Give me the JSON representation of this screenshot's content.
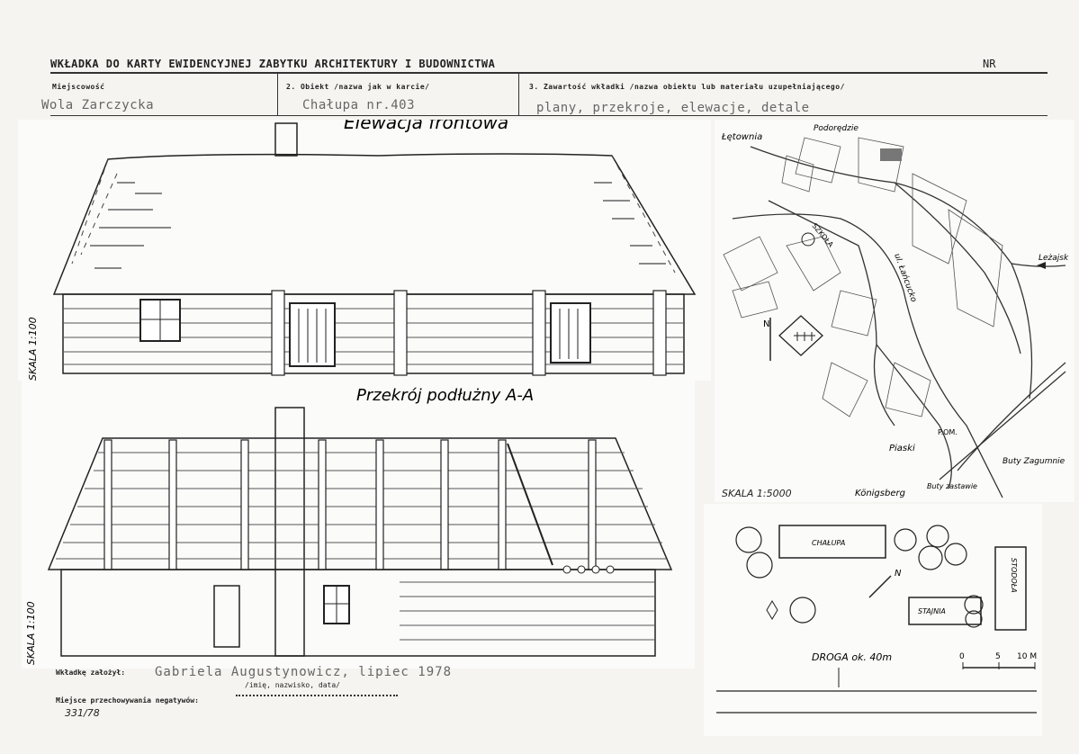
{
  "header": {
    "title": "WKŁADKA DO KARTY EWIDENCYJNEJ ZABYTKU ARCHITEKTURY I BUDOWNICTWA",
    "nr_label": "NR"
  },
  "fields": {
    "f1_label": "Miejscowość",
    "f1_value": "Wola Zarczycka",
    "f2_label": "2. Obiekt /nazwa jak w karcie/",
    "f2_value": "Chałupa nr.403",
    "f3_label": "3. Zawartość wkładki /nazwa obiektu lub materiału uzupełniającego/",
    "f3_value": "plany, przekroje, elewacje, detale"
  },
  "drawings": {
    "front_title": "Elewacja frontowa",
    "section_title": "Przekrój podłużny A-A",
    "scale_front": "SKALA 1:100",
    "scale_section": "SKALA 1:100"
  },
  "map": {
    "labels": {
      "letownia": "Łętownia",
      "podorędzie": "Podorędzie",
      "lezajsk": "Leżajsk",
      "szkola": "SZKOŁA",
      "ul_lancucko": "ul. Łańcucko",
      "piaski": "Piaski",
      "pom": "P.OM.",
      "konigsberg": "Königsberg",
      "buty_zastawie": "Buty zastawie",
      "buty_zagumnie": "Buty Zagumnie",
      "north": "N"
    },
    "scale": "SKALA 1:5000"
  },
  "site_plan": {
    "chalupa": "CHAŁUPA",
    "stajnia": "STAJNIA",
    "stodola": "STODOŁA",
    "north": "N",
    "droga": "DROGA ok. 40m",
    "scale_ticks": [
      "0",
      "5",
      "10 M"
    ]
  },
  "footer": {
    "founded_label": "Wkładkę założył:",
    "founded_value": "Gabriela Augustynowicz, lipiec 1978",
    "founded_sub": "/imię, nazwisko, data/",
    "negatives_label": "Miejsce przechowywania negatywów:",
    "ref_number": "331/78"
  }
}
